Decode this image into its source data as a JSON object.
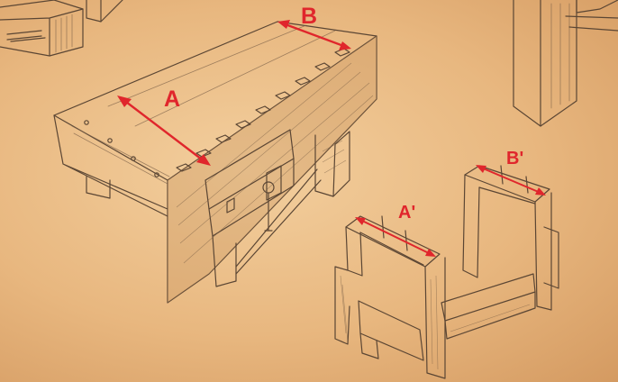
{
  "dimension_labels": {
    "bench_length": "A",
    "bench_width": "B",
    "base_length": "A'",
    "base_width": "B'"
  },
  "colors": {
    "paper": "#eec08a",
    "pencil": "#5b4634",
    "annotation_red": "#e0262c"
  }
}
